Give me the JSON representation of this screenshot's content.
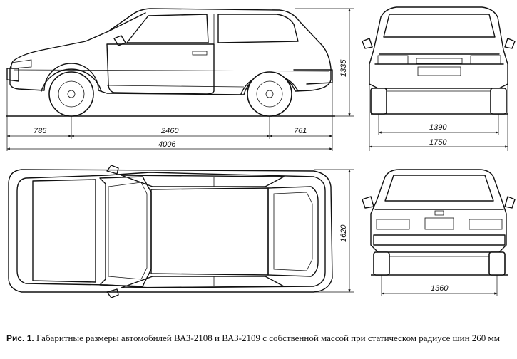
{
  "dimensions": {
    "front_overhang": "785",
    "wheelbase": "2460",
    "rear_overhang": "761",
    "overall_length": "4006",
    "height": "1335",
    "front_track": "1390",
    "overall_width": "1750",
    "width_top": "1620",
    "rear_track": "1360"
  },
  "caption": {
    "label": "Рис. 1.",
    "text": "Габаритные размеры автомобилей ВАЗ-2108 и ВАЗ-2109 с собственной массой при статическом радиусе шин 260 мм"
  },
  "colors": {
    "ink": "#111111",
    "paper": "#ffffff"
  }
}
